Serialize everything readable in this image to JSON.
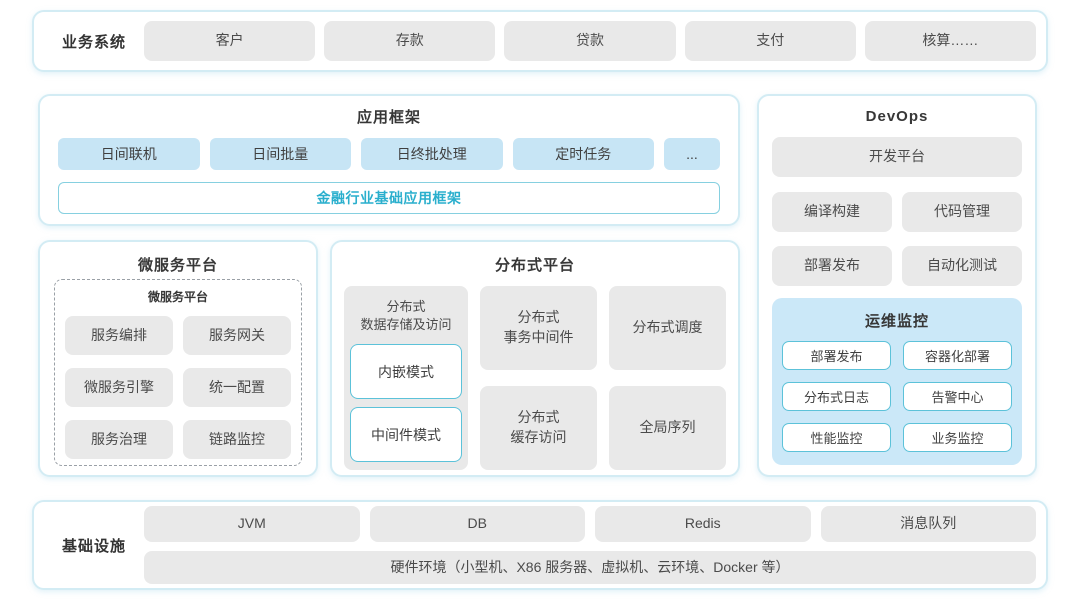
{
  "colors": {
    "panel_border": "#d3ecf4",
    "gray_box": "#e9e9e9",
    "blue_box": "#c7e5f5",
    "monitor_bg": "#cbe8f8",
    "accent_border": "#5cc2d9",
    "accent_text": "#2aafcd",
    "text_dark": "#373737"
  },
  "business": {
    "label": "业务系统",
    "items": [
      "客户",
      "存款",
      "贷款",
      "支付",
      "核算……"
    ]
  },
  "app_framework": {
    "title": "应用框架",
    "items": [
      "日间联机",
      "日间批量",
      "日终批处理",
      "定时任务",
      "..."
    ],
    "base_bar": "金融行业基础应用框架"
  },
  "devops": {
    "title": "DevOps",
    "platform": "开发平台",
    "items": [
      "编译构建",
      "代码管理",
      "部署发布",
      "自动化测试"
    ],
    "monitor": {
      "title": "运维监控",
      "items": [
        "部署发布",
        "容器化部署",
        "分布式日志",
        "告警中心",
        "性能监控",
        "业务监控"
      ]
    }
  },
  "microservice": {
    "title": "微服务平台",
    "inner_title": "微服务平台",
    "items": [
      "服务编排",
      "服务网关",
      "微服务引擎",
      "统一配置",
      "服务治理",
      "链路监控"
    ]
  },
  "distributed": {
    "title": "分布式平台",
    "storage_title": "分布式\n数据存储及访问",
    "storage_modes": [
      "内嵌模式",
      "中间件模式"
    ],
    "cells": [
      "分布式\n事务中间件",
      "分布式调度",
      "分布式\n缓存访问",
      "全局序列"
    ]
  },
  "infrastructure": {
    "label": "基础设施",
    "items": [
      "JVM",
      "DB",
      "Redis",
      "消息队列"
    ],
    "hardware": "硬件环境（小型机、X86 服务器、虚拟机、云环境、Docker 等）"
  }
}
